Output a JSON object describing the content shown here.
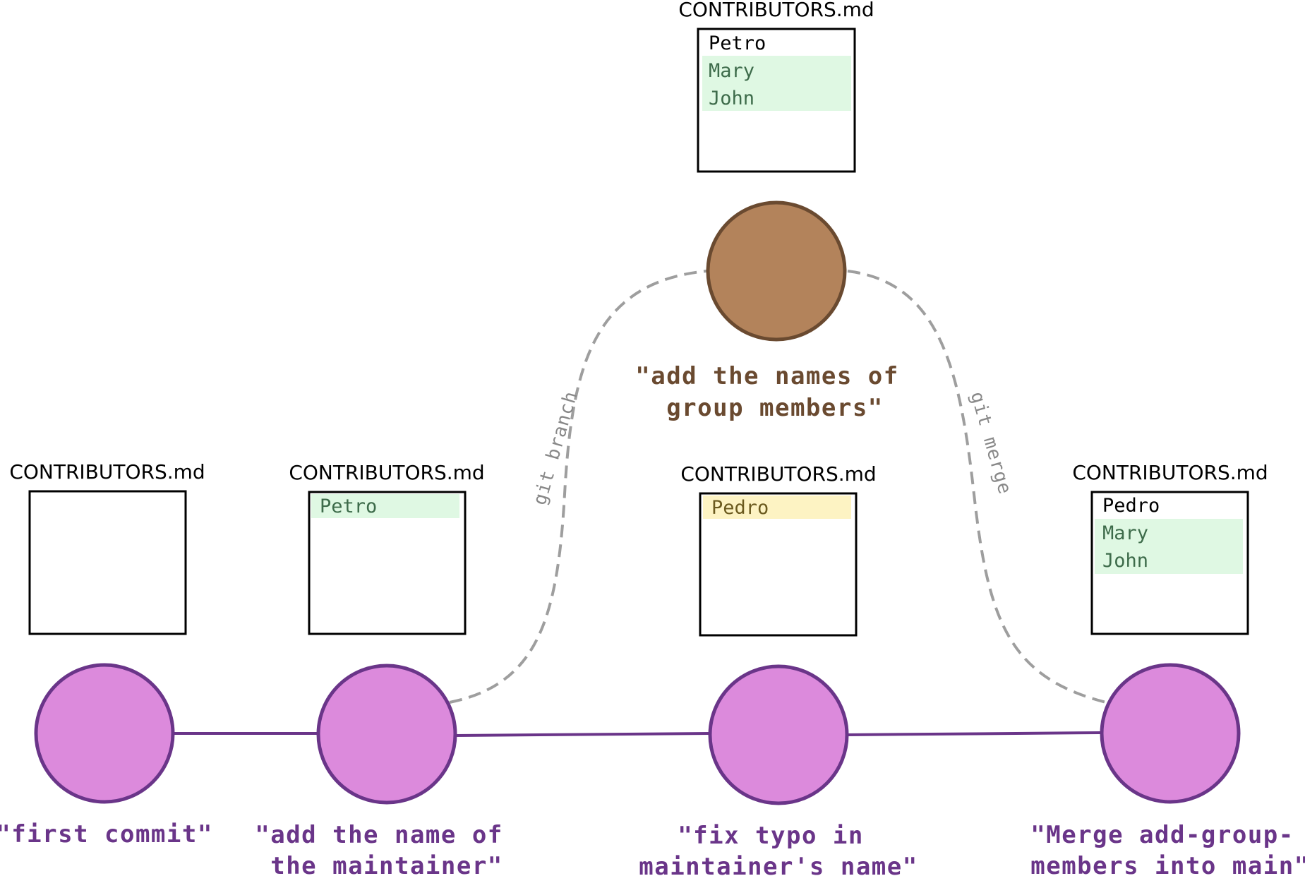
{
  "colors": {
    "main_fill": "#dc8adc",
    "main_stroke": "#6a3589",
    "main_text": "#6a3589",
    "feature_fill": "#b3835b",
    "feature_stroke": "#6a4a30",
    "feature_text": "#6a4a30",
    "edge_dashed": "#9e9e9e",
    "added_bg": "#dff8e3",
    "added_text": "#3d6b4a",
    "changed_bg": "#fdf3c3",
    "changed_text": "#6b5a1e",
    "plain_text": "#000000"
  },
  "commits": [
    {
      "id": "c1",
      "branch": "main",
      "message_lines": [
        "\"first commit\""
      ],
      "file": {
        "title": "CONTRIBUTORS.md",
        "lines": []
      }
    },
    {
      "id": "c2",
      "branch": "main",
      "message_lines": [
        "\"add the name of",
        "the maintainer\""
      ],
      "file": {
        "title": "CONTRIBUTORS.md",
        "lines": [
          {
            "text": "Petro",
            "status": "added"
          }
        ]
      }
    },
    {
      "id": "c3",
      "branch": "feature",
      "message_lines": [
        "\"add the names of",
        "group members\""
      ],
      "file": {
        "title": "CONTRIBUTORS.md",
        "lines": [
          {
            "text": "Petro",
            "status": "plain"
          },
          {
            "text": "Mary",
            "status": "added"
          },
          {
            "text": "John",
            "status": "added"
          }
        ]
      }
    },
    {
      "id": "c4",
      "branch": "main",
      "message_lines": [
        "\"fix typo in",
        "maintainer's name\""
      ],
      "file": {
        "title": "CONTRIBUTORS.md",
        "lines": [
          {
            "text": "Pedro",
            "status": "changed"
          }
        ]
      }
    },
    {
      "id": "c5",
      "branch": "main",
      "message_lines": [
        "\"Merge add-group-",
        "members into main\""
      ],
      "file": {
        "title": "CONTRIBUTORS.md",
        "lines": [
          {
            "text": "Pedro",
            "status": "plain"
          },
          {
            "text": "Mary",
            "status": "added"
          },
          {
            "text": "John",
            "status": "added"
          }
        ]
      }
    }
  ],
  "edges": [
    {
      "from": "c1",
      "to": "c2",
      "style": "solid",
      "label": ""
    },
    {
      "from": "c2",
      "to": "c4",
      "style": "solid",
      "label": ""
    },
    {
      "from": "c4",
      "to": "c5",
      "style": "solid",
      "label": ""
    },
    {
      "from": "c2",
      "to": "c3",
      "style": "dashed",
      "label": "git branch"
    },
    {
      "from": "c3",
      "to": "c5",
      "style": "dashed",
      "label": "git merge"
    }
  ]
}
